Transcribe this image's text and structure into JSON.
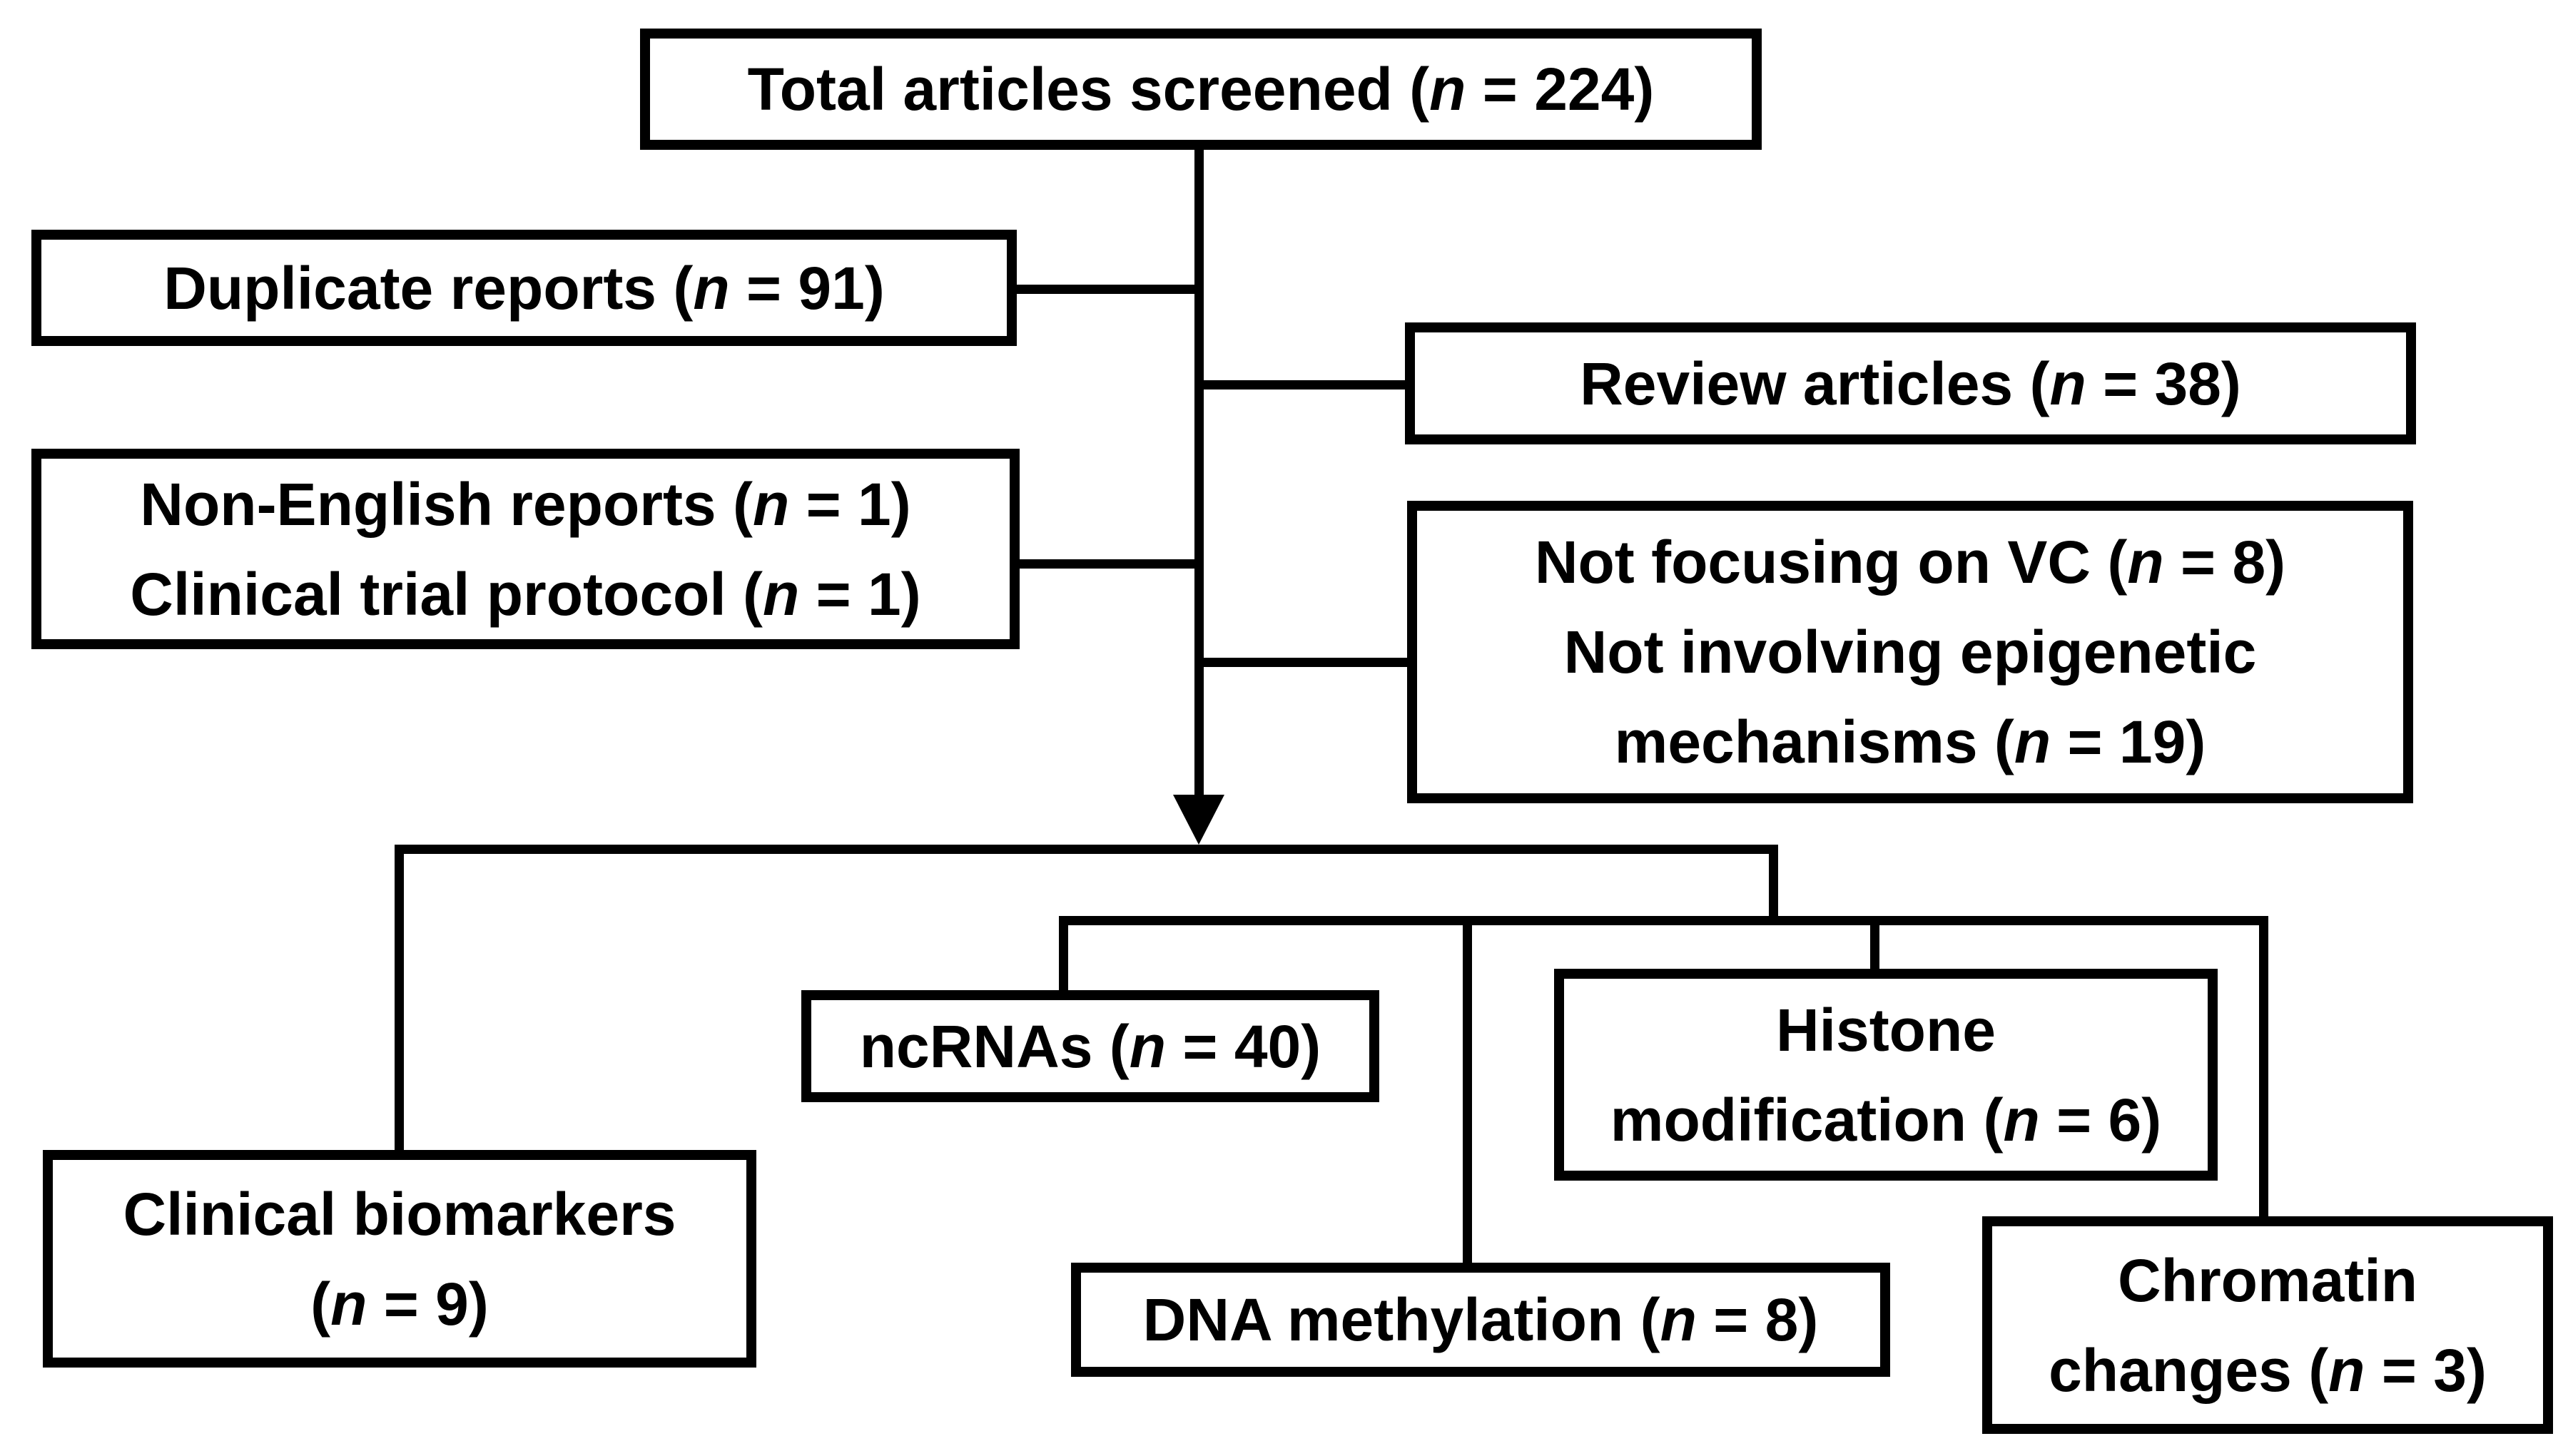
{
  "figure": {
    "type": "screening-flowchart",
    "ink_color": "#000000",
    "paper_color": "#ffffff"
  },
  "nodes": {
    "total": {
      "lines": [
        {
          "pre": "Total articles screened (",
          "nvar": "n",
          "eq": " = ",
          "count": "224",
          "post": ")"
        }
      ]
    },
    "duplicate": {
      "lines": [
        {
          "pre": "Duplicate reports (",
          "nvar": "n",
          "eq": " = ",
          "count": "91",
          "post": ")"
        }
      ]
    },
    "review": {
      "lines": [
        {
          "pre": "Review articles (",
          "nvar": "n",
          "eq": " = ",
          "count": "38",
          "post": ")"
        }
      ]
    },
    "nonenglish": {
      "lines": [
        {
          "pre": "Non-English reports (",
          "nvar": "n",
          "eq": " = ",
          "count": "1",
          "post": ")"
        },
        {
          "pre": "Clinical trial protocol (",
          "nvar": "n",
          "eq": " = ",
          "count": "1",
          "post": ")"
        }
      ]
    },
    "notfocusing": {
      "lines": [
        {
          "pre": "Not focusing on VC (",
          "nvar": "n",
          "eq": " = ",
          "count": "8",
          "post": ")"
        },
        {
          "pre": "Not involving epigenetic"
        },
        {
          "pre": "mechanisms (",
          "nvar": "n",
          "eq": " = ",
          "count": "19",
          "post": ")"
        }
      ]
    },
    "clinical": {
      "lines": [
        {
          "pre": "Clinical biomarkers"
        },
        {
          "pre": "(",
          "nvar": "n",
          "eq": " = ",
          "count": "9",
          "post": ")"
        }
      ]
    },
    "ncrnas": {
      "lines": [
        {
          "pre": "ncRNAs (",
          "nvar": "n",
          "eq": " = ",
          "count": "40",
          "post": ")"
        }
      ]
    },
    "histone": {
      "lines": [
        {
          "pre": "Histone"
        },
        {
          "pre": "modification (",
          "nvar": "n",
          "eq": " = ",
          "count": "6",
          "post": ")"
        }
      ]
    },
    "dna": {
      "lines": [
        {
          "pre": "DNA methylation (",
          "nvar": "n",
          "eq": " = ",
          "count": "8",
          "post": ")"
        }
      ]
    },
    "chromatin": {
      "lines": [
        {
          "pre": "Chromatin"
        },
        {
          "pre": "changes (",
          "nvar": "n",
          "eq": " = ",
          "count": "3",
          "post": ")"
        }
      ]
    }
  }
}
